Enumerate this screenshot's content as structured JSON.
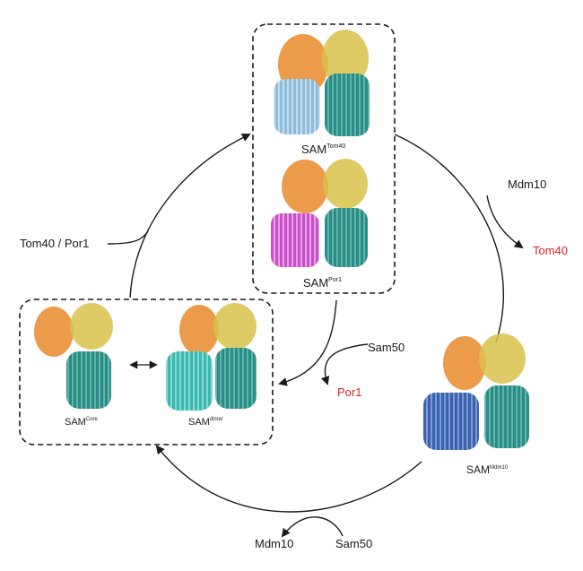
{
  "labels": {
    "sam_tom40": "SAM",
    "sam_tom40_sup": "Tom40",
    "sam_por1": "SAM",
    "sam_por1_sup": "Por1",
    "sam_core": "SAM",
    "sam_core_sup": "Core",
    "sam_dimer": "SAM",
    "sam_dimer_sup": "dimer",
    "sam_mdm10": "SAM",
    "sam_mdm10_sup": "Mdm10",
    "tom40_por1": "Tom40 / Por1",
    "mdm10_top": "Mdm10",
    "tom40_red": "Tom40",
    "sam50_mid": "Sam50",
    "por1_red": "Por1",
    "mdm10_bottom": "Mdm10",
    "sam50_bottom": "Sam50"
  },
  "colors": {
    "released": "#e0202a",
    "orange": "#e8892a",
    "yellow": "#d8c24a",
    "teal": "#2a8c84",
    "light_blue": "#8fbcd8",
    "magenta": "#c94fc9",
    "cyan": "#3ab8b2",
    "dark_blue": "#3a62ad"
  }
}
